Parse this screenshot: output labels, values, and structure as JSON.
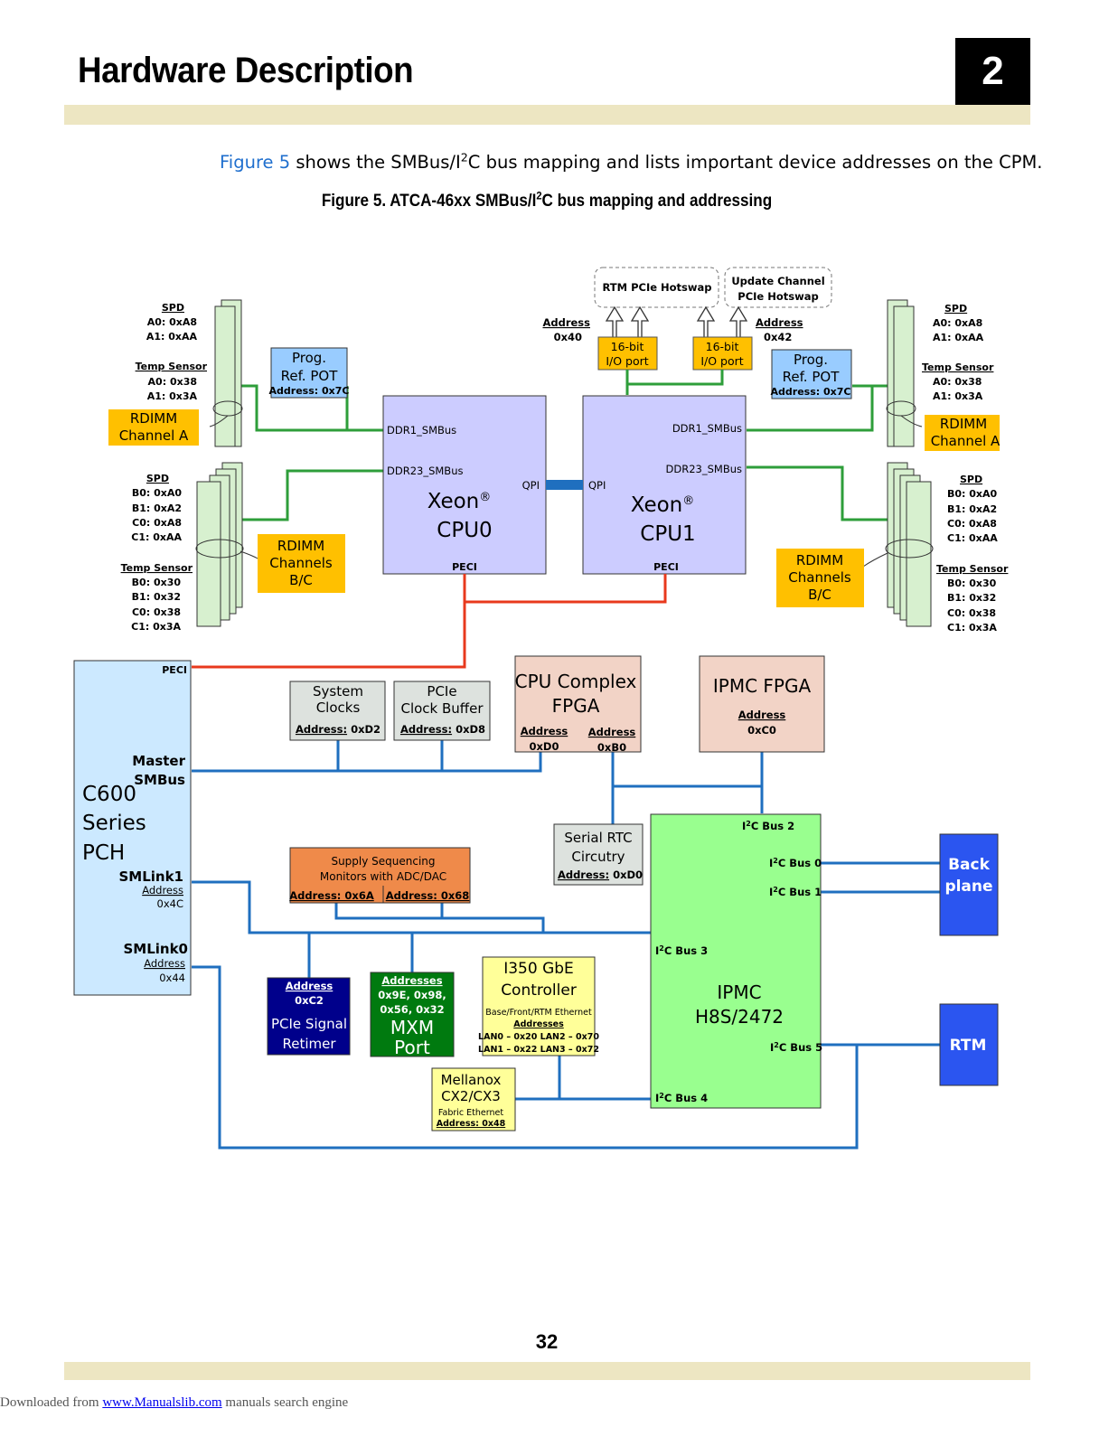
{
  "header": {
    "title": "Hardware Description",
    "chapter_number": "2"
  },
  "intro": {
    "figure_link": "Figure 5",
    "text_before_sup": " shows the SMBus/I",
    "sup": "2",
    "text_after_sup": "C bus mapping and lists important device addresses on the CPM."
  },
  "caption": {
    "before_sup": "Figure 5. ATCA-46xx SMBus/I",
    "sup": "2",
    "after_sup": "C bus mapping and addressing"
  },
  "page_number": "32",
  "footer": {
    "prefix": "Downloaded from ",
    "link": "www.Manualslib.com",
    "suffix": " manuals search engine"
  },
  "diagram": {
    "hotswap": {
      "rtm": "RTM PCIe Hotswap",
      "update_line1": "Update Channel",
      "update_line2": "PCIe Hotswap"
    },
    "io_left": {
      "addr_label": "Address",
      "addr": "0x40",
      "line1": "16-bit",
      "line2": "I/O port"
    },
    "io_right": {
      "addr_label": "Address",
      "addr": "0x42",
      "line1": "16-bit",
      "line2": "I/O port"
    },
    "spd_left_top": {
      "title": "SPD",
      "lines": [
        "A0: 0xA8",
        "A1: 0xAA"
      ],
      "temp_title": "Temp Sensor",
      "temp_lines": [
        "A0: 0x38",
        "A1: 0x3A"
      ]
    },
    "spd_right_top": {
      "title": "SPD",
      "lines": [
        "A0: 0xA8",
        "A1: 0xAA"
      ],
      "temp_title": "Temp Sensor",
      "temp_lines": [
        "A0: 0x38",
        "A1: 0x3A"
      ]
    },
    "spd_left_bc": {
      "title": "SPD",
      "lines": [
        "B0: 0xA0",
        "B1: 0xA2",
        "C0: 0xA8",
        "C1: 0xAA"
      ],
      "temp_title": "Temp Sensor",
      "temp_lines": [
        "B0: 0x30",
        "B1: 0x32",
        "C0: 0x38",
        "C1: 0x3A"
      ]
    },
    "spd_right_bc": {
      "title": "SPD",
      "lines": [
        "B0: 0xA0",
        "B1: 0xA2",
        "C0: 0xA8",
        "C1: 0xAA"
      ],
      "temp_title": "Temp Sensor",
      "temp_lines": [
        "B0: 0x30",
        "B1: 0x32",
        "C0: 0x38",
        "C1: 0x3A"
      ]
    },
    "rdimm_a_left": {
      "line1": "RDIMM",
      "line2": "Channel A"
    },
    "rdimm_a_right": {
      "line1": "RDIMM",
      "line2": "Channel A"
    },
    "rdimm_bc_left": {
      "line1": "RDIMM",
      "line2": "Channels",
      "line3": "B/C"
    },
    "rdimm_bc_right": {
      "line1": "RDIMM",
      "line2": "Channels",
      "line3": "B/C"
    },
    "pot_left": {
      "line1": "Prog.",
      "line2": "Ref. POT",
      "addr": "Address: 0x7C"
    },
    "pot_right": {
      "line1": "Prog.",
      "line2": "Ref. POT",
      "addr": "Address: 0x7C"
    },
    "cpu0": {
      "ddr1": "DDR1_SMBus",
      "ddr23": "DDR23_SMBus",
      "qpi": "QPI",
      "name1": "Xeon",
      "reg": "®",
      "name2": "CPU0",
      "peci": "PECI"
    },
    "cpu1": {
      "ddr1": "DDR1_SMBus",
      "ddr23": "DDR23_SMBus",
      "qpi": "QPI",
      "name1": "Xeon",
      "reg": "®",
      "name2": "CPU1",
      "peci": "PECI"
    },
    "pch": {
      "peci": "PECI",
      "master1": "Master",
      "master2": "SMBus",
      "name1": "C600",
      "name2": "Series",
      "name3": "PCH",
      "smlink1": "SMLink1",
      "smlink1_addr_label": "Address",
      "smlink1_addr": "0x4C",
      "smlink0": "SMLink0",
      "smlink0_addr_label": "Address",
      "smlink0_addr": "0x44"
    },
    "sys_clocks": {
      "line1": "System",
      "line2": "Clocks",
      "addr_label": "Address:",
      "addr": " 0xD2"
    },
    "pcie_clk": {
      "line1": "PCIe",
      "line2": "Clock Buffer",
      "addr_label": "Address:",
      "addr": " 0xD8"
    },
    "cpu_fpga": {
      "line1": "CPU Complex",
      "line2": "FPGA",
      "addr_label1": "Address",
      "addr1": "0xD0",
      "addr_label2": "Address",
      "addr2": "0xB0"
    },
    "ipmc_fpga": {
      "name": "IPMC FPGA",
      "addr_label": "Address",
      "addr": "0xC0"
    },
    "rtc": {
      "line1": "Serial RTC",
      "line2": "Circutry",
      "addr_label": "Address:",
      "addr": " 0xD0"
    },
    "supply": {
      "line1": "Supply Sequencing",
      "line2": "Monitors with ADC/DAC",
      "addr1": "Address: 0x6A",
      "addr2": "Address: 0x68"
    },
    "ipmc": {
      "bus2": "2C Bus 2",
      "bus0": "2C Bus 0",
      "bus1": "2C Bus 1",
      "bus3": "2C Bus 3",
      "bus5": "2C Bus 5",
      "bus4": "2C Bus 4",
      "i_prefix": "I",
      "name1": "IPMC",
      "name2": "H8S/2472"
    },
    "backplane": {
      "line1": "Back",
      "line2": "plane"
    },
    "rtm": {
      "name": "RTM"
    },
    "retimer": {
      "addr_label": "Address",
      "addr": "0xC2",
      "line1": "PCIe Signal",
      "line2": "Retimer"
    },
    "mxm": {
      "addr_label": "Addresses",
      "addr1": "0x9E, 0x98,",
      "addr2": "0x56, 0x32",
      "line1": "MXM",
      "line2": "Port"
    },
    "i350": {
      "line1": "I350 GbE",
      "line2": "Controller",
      "sub": "Base/Front/RTM Ethernet",
      "addr_label": "Addresses",
      "lan_a": "LAN0 – 0x20  LAN2 – 0x70",
      "lan_b": "LAN1 – 0x22  LAN3 – 0x72"
    },
    "mellanox": {
      "line1": "Mellanox",
      "line2": "CX2/CX3",
      "sub": "Fabric Ethernet",
      "addr": "Address: 0x48"
    }
  },
  "colors": {
    "green_bus": "#2e9e3a",
    "blue_bus": "#1f6fbf",
    "red_bus": "#e8391d",
    "cpu_fill": "#ccccff",
    "pch_fill": "#cce9ff",
    "ipmc_fill": "#99ff8f",
    "rdimm_fill": "#ffc000",
    "pot_fill": "#99ccff",
    "fpga_fill": "#f2d3c6",
    "dimm_fill": "#d7f0cf",
    "gray_fill": "#dde2de",
    "supply_fill": "#ef8a4a",
    "retimer_fill": "#00008b",
    "mxm_fill": "#007a0f",
    "yellow_fill": "#ffff99",
    "backplane_fill": "#2b55f0"
  }
}
